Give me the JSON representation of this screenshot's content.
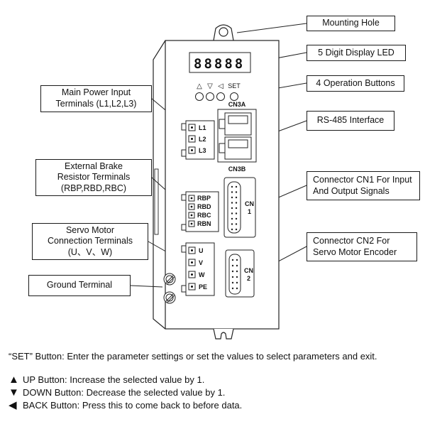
{
  "callouts": {
    "right": [
      {
        "label": "Mounting Hole"
      },
      {
        "label": "5 Digit Display LED"
      },
      {
        "label": "4 Operation Buttons"
      },
      {
        "label": "RS-485 Interface"
      },
      {
        "label": "Connector CN1 For Input\nAnd Output Signals"
      },
      {
        "label": "Connector CN2 For\nServo Motor Encoder"
      }
    ],
    "left": [
      {
        "label": "Main Power Input\nTerminals (L1,L2,L3)"
      },
      {
        "label": "External Brake\nResistor Terminals\n(RBP,RBD,RBC)"
      },
      {
        "label": "Servo Motor\nConnection Terminals\n(U、V、W)"
      },
      {
        "label": "Ground Terminal"
      }
    ]
  },
  "device": {
    "display_digits": "88888",
    "op_buttons": {
      "up": "△",
      "down": "▽",
      "back": "◁",
      "set": "SET"
    },
    "labels": {
      "cn3a": "CN3A",
      "cn3b": "CN3B",
      "cn1_line1": "CN",
      "cn1_line2": "1",
      "cn2_line1": "CN",
      "cn2_line2": "2"
    },
    "power_terminals": [
      "L1",
      "L2",
      "L3"
    ],
    "brake_terminals": [
      "RBP",
      "RBD",
      "RBC",
      "RBN"
    ],
    "motor_terminals": [
      "U",
      "V",
      "W",
      "PE"
    ]
  },
  "notes": {
    "set_note": "“SET” Button: Enter the parameter settings or set the values to select parameters and exit.",
    "bullets": [
      {
        "symbol": "▲",
        "text": "UP Button: Increase the selected value by 1."
      },
      {
        "symbol": "▼",
        "text": "DOWN Button: Decrease the selected value by 1."
      },
      {
        "symbol": "◀",
        "text": "BACK Button: Press this to come back to before data."
      }
    ]
  }
}
